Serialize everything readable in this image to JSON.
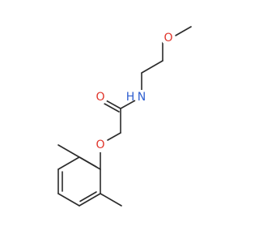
{
  "molecule": {
    "colors": {
      "bond": "#2b2b2b",
      "oxygen": "#e0352b",
      "nitrogen": "#2f5fd0",
      "background": "#ffffff"
    },
    "labels": {
      "methoxy_oxygen": "O",
      "amide_nitrogen": "N",
      "amide_hydrogen": "H",
      "carbonyl_oxygen": "O",
      "ether_oxygen": "O"
    }
  }
}
